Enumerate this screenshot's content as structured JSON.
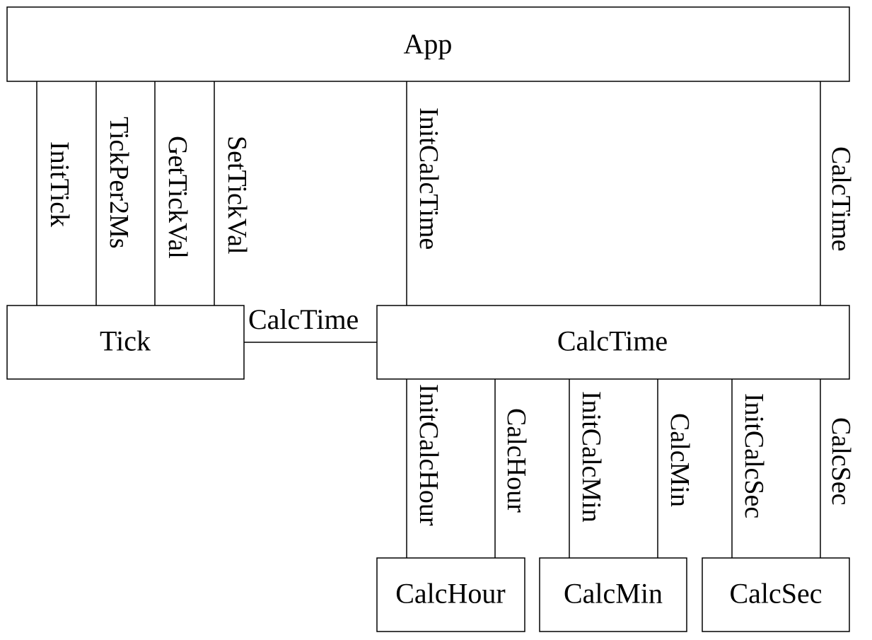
{
  "modules": {
    "app": "App",
    "tick": "Tick",
    "calc_time": "CalcTime",
    "calc_hour": "CalcHour",
    "calc_min": "CalcMin",
    "calc_sec": "CalcSec"
  },
  "interfaces": {
    "init_tick": "InitTick",
    "tick_per_2ms": "TickPer2Ms",
    "get_tick_val": "GetTickVal",
    "set_tick_val": "SetTickVal",
    "init_calc_time": "InitCalcTime",
    "calc_time": "CalcTime",
    "tick_to_calc_time": "CalcTime",
    "init_calc_hour": "InitCalcHour",
    "calc_hour": "CalcHour",
    "init_calc_min": "InitCalcMin",
    "calc_min": "CalcMin",
    "init_calc_sec": "InitCalcSec",
    "calc_sec": "CalcSec"
  }
}
